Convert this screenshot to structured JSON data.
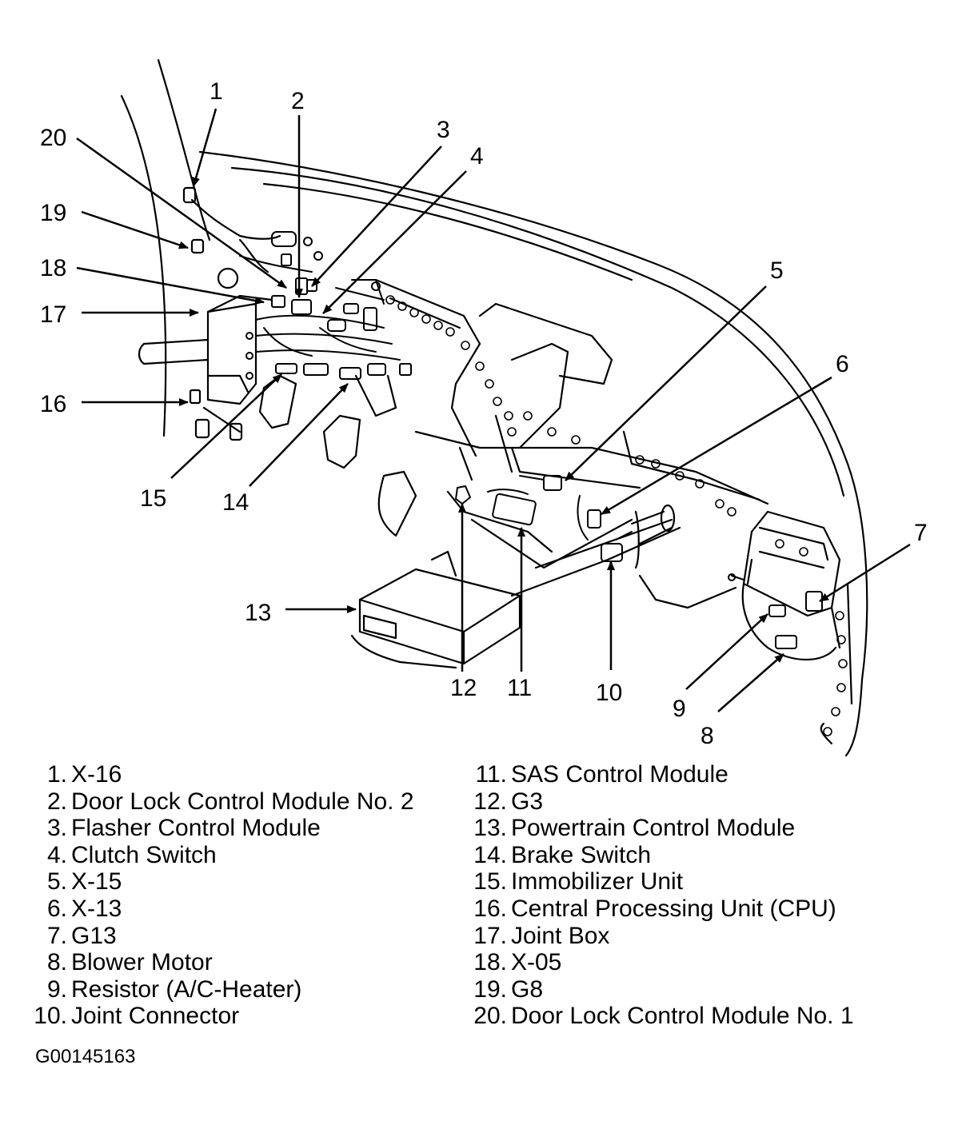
{
  "callouts": [
    {
      "num": "1",
      "label": "X-16"
    },
    {
      "num": "2",
      "label": "Door Lock Control Module No. 2"
    },
    {
      "num": "3",
      "label": "Flasher Control Module"
    },
    {
      "num": "4",
      "label": "Clutch Switch"
    },
    {
      "num": "5",
      "label": "X-15"
    },
    {
      "num": "6",
      "label": "X-13"
    },
    {
      "num": "7",
      "label": "G13"
    },
    {
      "num": "8",
      "label": "Blower Motor"
    },
    {
      "num": "9",
      "label": "Resistor (A/C-Heater)"
    },
    {
      "num": "10",
      "label": "Joint Connector"
    },
    {
      "num": "11",
      "label": "SAS Control Module"
    },
    {
      "num": "12",
      "label": "G3"
    },
    {
      "num": "13",
      "label": "Powertrain Control Module"
    },
    {
      "num": "14",
      "label": "Brake Switch"
    },
    {
      "num": "15",
      "label": "Immobilizer Unit"
    },
    {
      "num": "16",
      "label": "Central Processing Unit (CPU)"
    },
    {
      "num": "17",
      "label": "Joint Box"
    },
    {
      "num": "18",
      "label": "X-05"
    },
    {
      "num": "19",
      "label": "G8"
    },
    {
      "num": "20",
      "label": "Door Lock Control Module No. 1"
    }
  ],
  "figure_id": "G00145163"
}
